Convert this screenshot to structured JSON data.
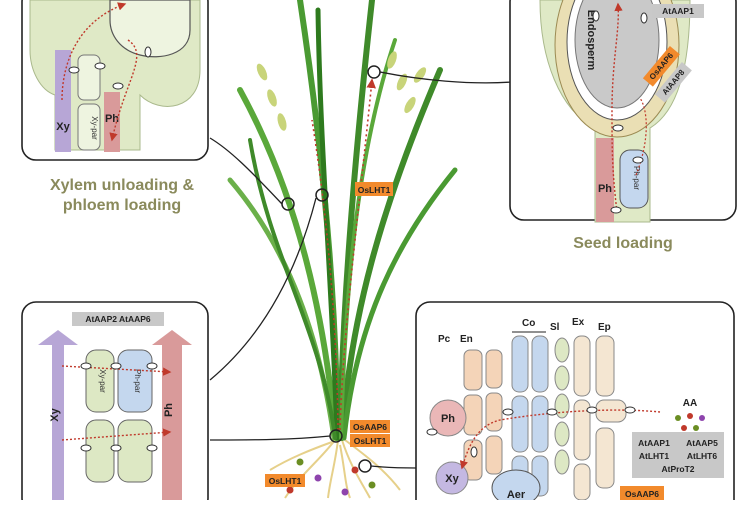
{
  "panels": {
    "xylem_unloading": {
      "caption_line1": "Xylem unloading &",
      "caption_line2": "phloem loading",
      "xy": "Xy",
      "xy_par": "Xy-par",
      "ph": "Ph"
    },
    "seed_loading": {
      "caption": "Seed loading",
      "endosperm": "Endosperm",
      "ataap1": "AtAAP1",
      "osaap6": "OsAAP6",
      "ataap8": "AtAAP8",
      "ph": "Ph",
      "ph_par": "Ph-par"
    },
    "stem_transfer": {
      "transporters": "AtAAP2  AtAAP6",
      "xy": "Xy",
      "xy_par": "Xy-par",
      "ph_par": "Ph-par",
      "ph": "Ph"
    },
    "root_uptake": {
      "pc": "Pc",
      "en": "En",
      "co": "Co",
      "sl": "Sl",
      "ex": "Ex",
      "ep": "Ep",
      "ph": "Ph",
      "xy": "Xy",
      "aer": "Aer",
      "aa": "AA",
      "tr1": "AtAAP1",
      "tr2": "AtAAP5",
      "tr3": "AtLHT1",
      "tr4": "AtLHT6",
      "tr5": "AtProT2",
      "osaap6": "OsAAP6"
    }
  },
  "plant_labels": {
    "oslht1_top": "OsLHT1",
    "osaap6_base": "OsAAP6",
    "oslht1_base": "OsLHT1",
    "oslht1_root": "OsLHT1"
  },
  "colors": {
    "xylem": "#b7a6d6",
    "phloem": "#d99a9a",
    "xylem_par": "#dde8c4",
    "phloem_par": "#c4d7ee",
    "orange_tag": "#f28a2c",
    "grey_tag": "#c8c8c8",
    "leaf": "#3f8a2a",
    "caption": "#8a8a5c"
  }
}
